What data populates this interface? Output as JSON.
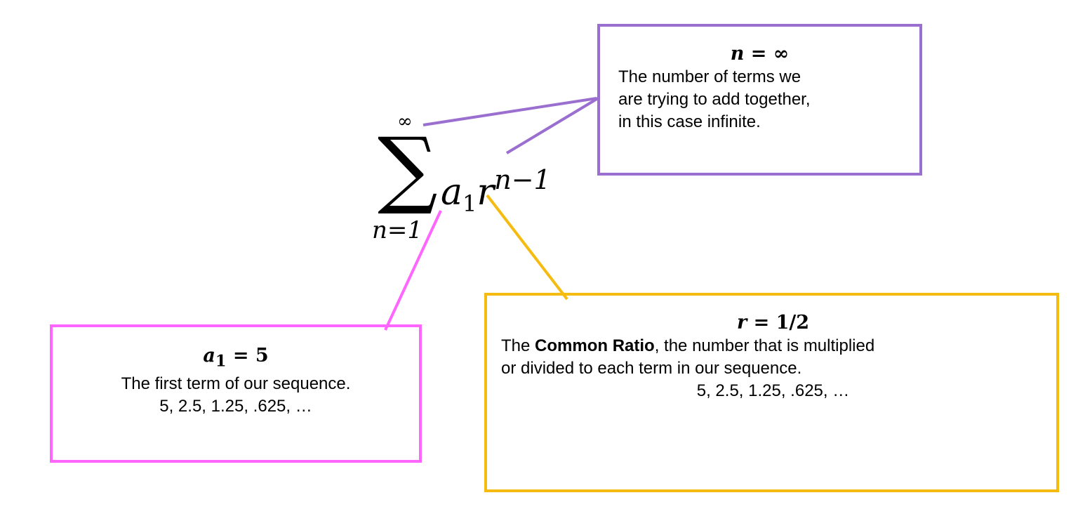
{
  "formula": {
    "upper_limit": "∞",
    "sigma": "∑",
    "lower_limit": "n=1",
    "term_base": "a",
    "term_subscript": "1",
    "term_ratio": "r",
    "term_exponent": "n−1"
  },
  "boxes": {
    "n": {
      "heading_var": "n",
      "heading_value": "= ∞",
      "line1": "The number of terms we",
      "line2": "are trying to add together,",
      "line3": "in this case infinite.",
      "color": "#9a6fcf"
    },
    "a": {
      "heading_var": "a",
      "heading_sub": "1",
      "heading_value": "= 5",
      "line1": "The first term of our sequence.",
      "line2": "5, 2.5, 1.25, .625, …",
      "color": "#ff66ff"
    },
    "r": {
      "heading_var": "r",
      "heading_value": "= 1/2",
      "line1_prefix": "The ",
      "line1_bold": "Common Ratio",
      "line1_suffix": ", the number that is multiplied",
      "line2": "or divided to each term in our sequence.",
      "line3": "5, 2.5, 1.25, .625, …",
      "color": "#f6bb11"
    }
  }
}
